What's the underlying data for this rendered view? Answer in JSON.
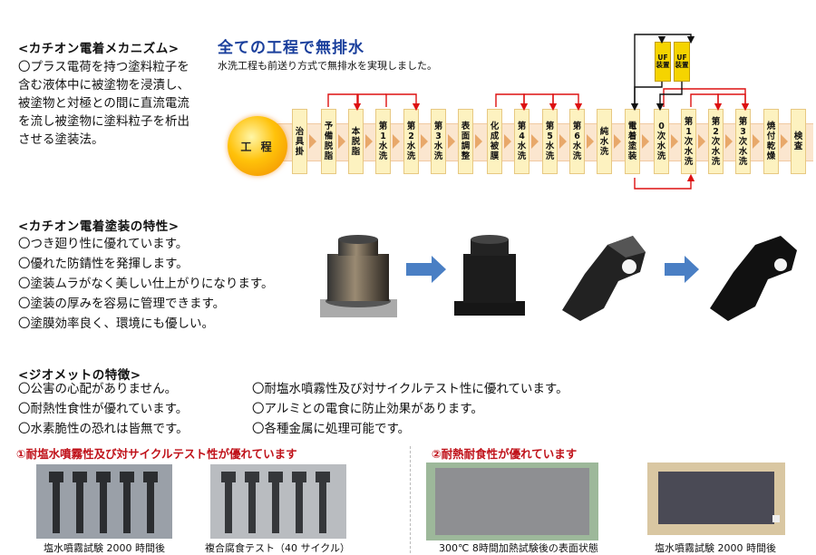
{
  "mechanism": {
    "title": "<カチオン電着メカニズム>",
    "body": "〇プラス電荷を持つ塗料粒子を含む液体中に被塗物を浸漬し、被塗物と対極との間に直流電流を流し被塗物に塗料粒子を析出させる塗装法。"
  },
  "flow": {
    "title": "全ての工程で無排水",
    "subtitle": "水洗工程も前送り方式で無排水を実現しました。",
    "process_label": "工 程",
    "uf_labels": [
      "UF装置",
      "UF装置"
    ],
    "steps": [
      "治具掛",
      "予備脱脂",
      "本脱脂",
      "第1水洗",
      "第2水洗",
      "第3水洗",
      "表面調整",
      "化成被膜",
      "第4水洗",
      "第5水洗",
      "第6水洗",
      "純水洗",
      "電着塗装",
      "0次水洗",
      "第1次水洗",
      "第2次水洗",
      "第3次水洗",
      "焼付乾燥",
      "検査"
    ]
  },
  "features": {
    "title": "<カチオン電着塗装の特性>",
    "items": [
      "〇つき廻り性に優れています。",
      "〇優れた防錆性を発揮します。",
      "〇塗装ムラがなく美しい仕上がりになります。",
      "〇塗装の厚みを容易に管理できます。",
      "〇塗膜効率良く、環境にも優しい。"
    ]
  },
  "geomet": {
    "title": "<ジオメットの特徴>",
    "left": [
      "〇公害の心配がありません。",
      "〇耐熱性食性が優れています。",
      "〇水素脆性の恐れは皆無です。"
    ],
    "right": [
      "〇耐塩水噴霧性及び対サイクルテスト性に優れています。",
      "〇アルミとの電食に防止効果があります。",
      "〇各種金属に処理可能です。"
    ]
  },
  "tests": {
    "left_title": "①耐塩水噴霧性及び対サイクルテスト性が優れています",
    "right_title": "②耐熱耐食性が優れています",
    "captions": [
      "塩水噴霧試験 2000 時間後",
      "複合腐食テスト（40 サイクル）",
      "300℃ 8時間加熱試験後の表面状態",
      "塩水噴霧試験 2000 時間後"
    ]
  }
}
